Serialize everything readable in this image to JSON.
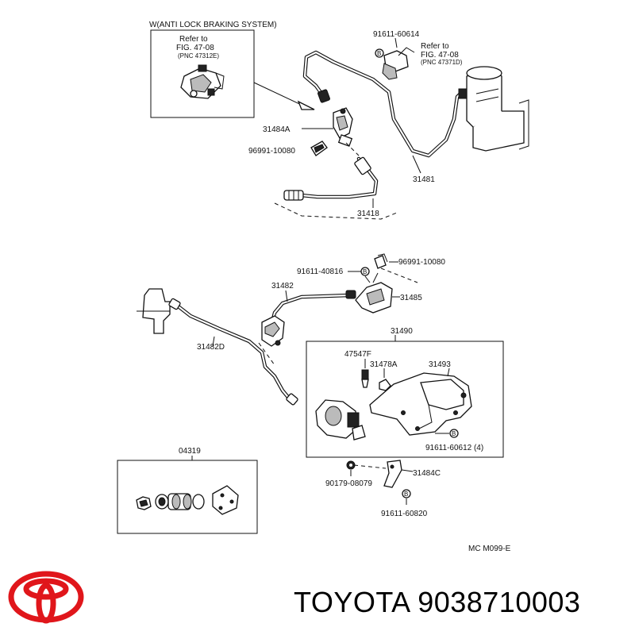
{
  "diagram": {
    "abs_box_title": "W(ANTI LOCK BRAKING SYSTEM)",
    "abs_box_refer": [
      "Refer to",
      "FIG. 47-08",
      "(PNC 47312E)"
    ],
    "top_refer": [
      "Refer to",
      "FIG. 47-08",
      "(PNC 47371D)"
    ],
    "part_labels": {
      "p91611_60614": "91611-60614",
      "p31484A": "31484A",
      "p96991_10080_top": "96991-10080",
      "p31481": "31481",
      "p31418": "31418",
      "p96991_10080_mid": "96991-10080",
      "p91611_40816": "91611-40816",
      "p31482": "31482",
      "p31485": "31485",
      "p31490": "31490",
      "p31482D": "31482D",
      "p47547F": "47547F",
      "p31478A": "31478A",
      "p31493": "31493",
      "p91611_60612": "91611-60612 (4)",
      "p04319": "04319",
      "p90179_08079": "90179-08079",
      "p31484C": "31484C",
      "p91611_60820": "91611-60820",
      "code": "MC  M099-E"
    }
  },
  "brand": {
    "text": "TOYOTA 9038710003",
    "logo_color": "#e0161b"
  }
}
